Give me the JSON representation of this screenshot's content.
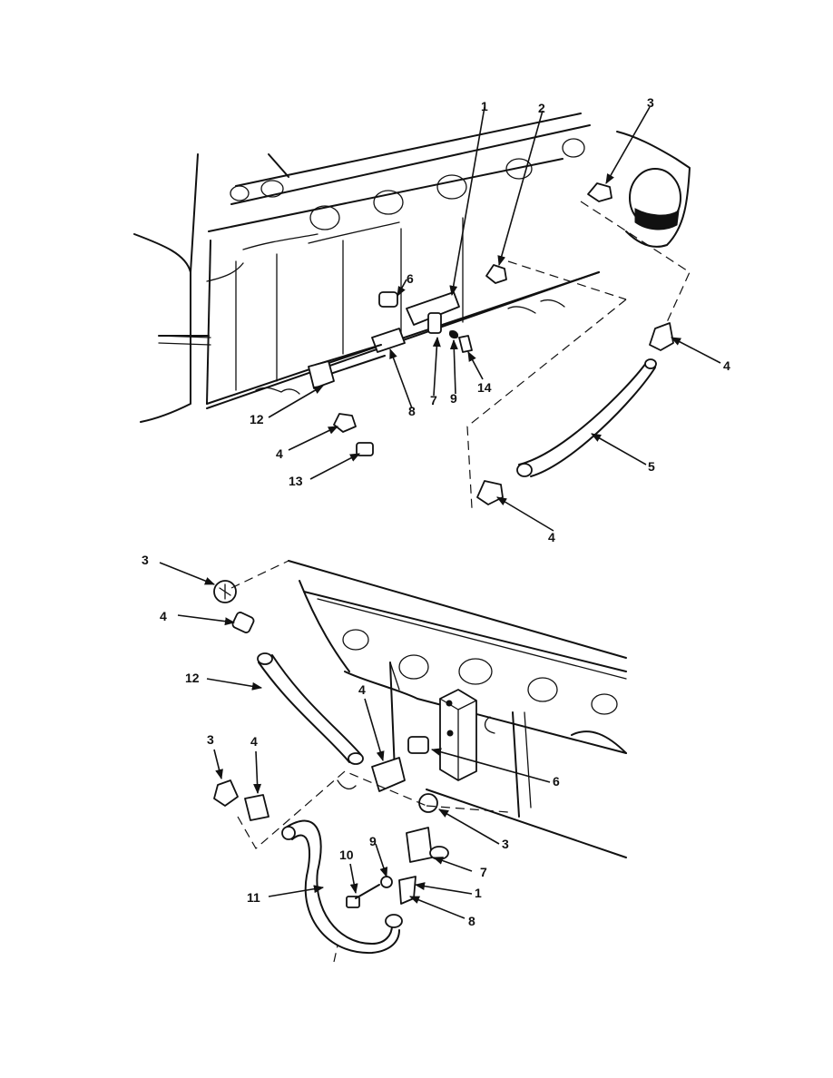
{
  "figure": {
    "upper_view": {
      "callouts": [
        "1",
        "2",
        "3",
        "4",
        "4",
        "4",
        "5",
        "6",
        "7",
        "8",
        "9",
        "12",
        "13",
        "14"
      ]
    },
    "lower_view": {
      "callouts": [
        "3",
        "4",
        "12",
        "4",
        "3",
        "4",
        "6",
        "3",
        "9",
        "10",
        "7",
        "1",
        "11",
        "8"
      ]
    }
  }
}
